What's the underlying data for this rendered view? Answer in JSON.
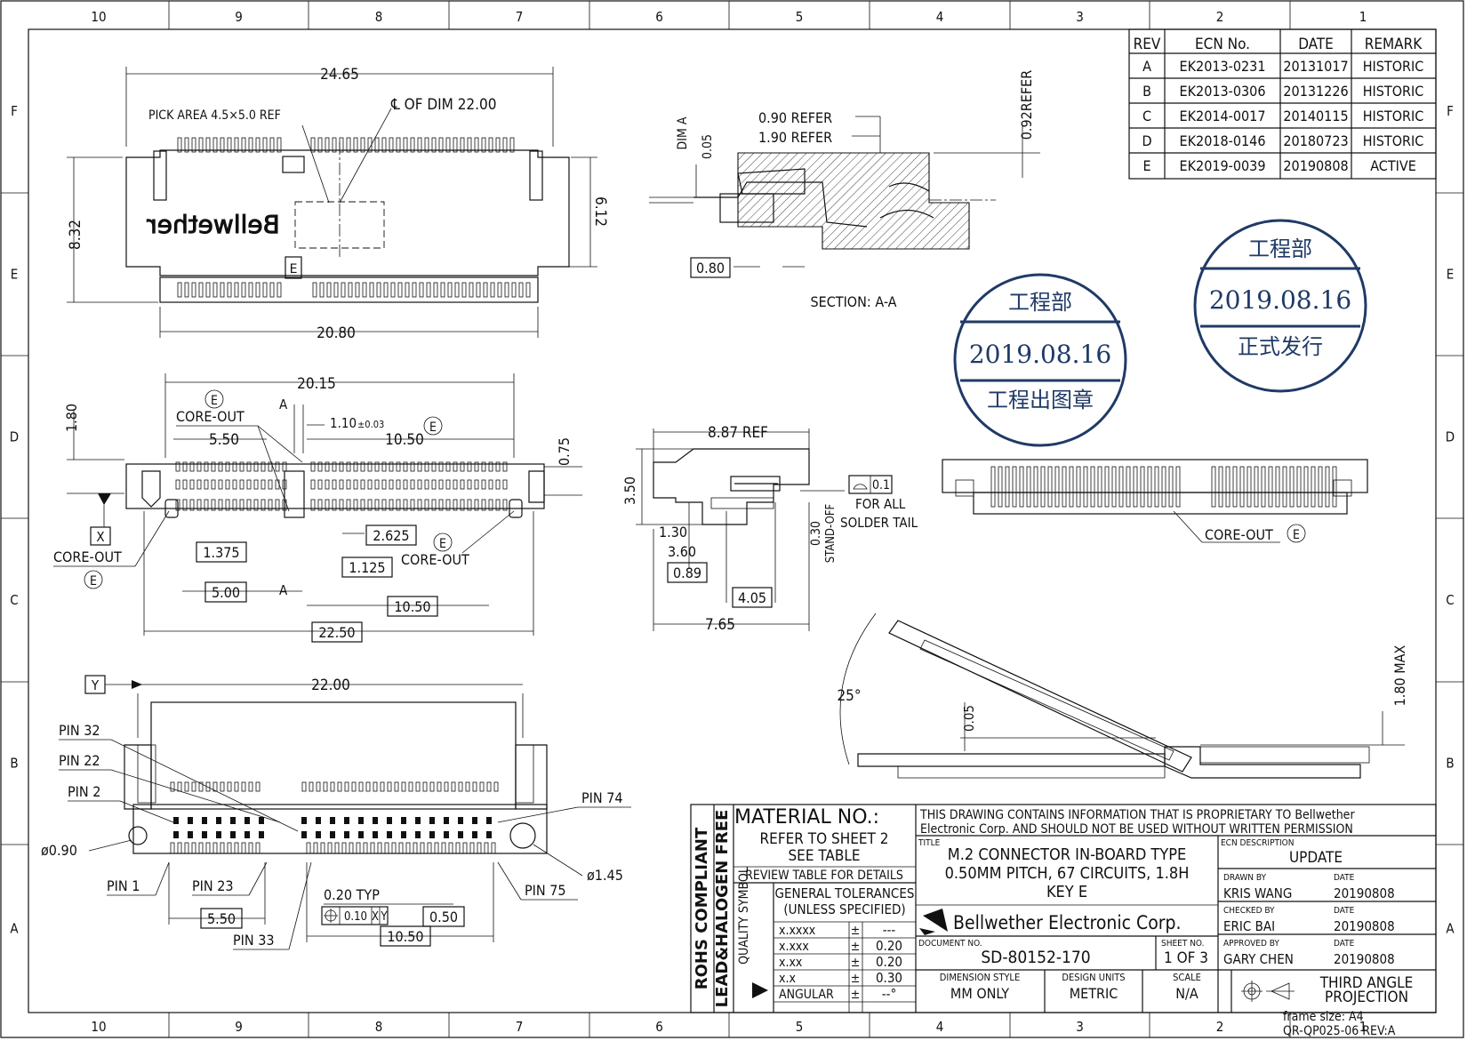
{
  "frame": {
    "col_labels_top": [
      "10",
      "9",
      "8",
      "7",
      "6",
      "5",
      "4",
      "3",
      "2",
      "1"
    ],
    "col_labels_bottom": [
      "10",
      "9",
      "8",
      "7",
      "6",
      "5",
      "4",
      "3",
      "2",
      "1"
    ],
    "row_labels": [
      "F",
      "E",
      "D",
      "C",
      "B",
      "A"
    ]
  },
  "rev_table": {
    "headers": [
      "REV",
      "ECN No.",
      "DATE",
      "REMARK"
    ],
    "rows": [
      [
        "A",
        "EK2013-0231",
        "20131017",
        "HISTORIC"
      ],
      [
        "B",
        "EK2013-0306",
        "20131226",
        "HISTORIC"
      ],
      [
        "C",
        "EK2014-0017",
        "20140115",
        "HISTORIC"
      ],
      [
        "D",
        "EK2018-0146",
        "20180723",
        "HISTORIC"
      ],
      [
        "E",
        "EK2019-0039",
        "20190808",
        "ACTIVE"
      ]
    ]
  },
  "top_view": {
    "dim_width": "24.65",
    "dim_height": "8.32",
    "dim_right": "6.12",
    "dim_bottom": "20.80",
    "pick_area": "PICK AREA 4.5×5.0 REF",
    "centerline_note": "℄ OF DIM 22.00",
    "logo_text": "Bellwether",
    "key_letter": "E"
  },
  "section_view": {
    "dim_a": "DIM A",
    "dim_005": "0.05",
    "refer_090": "0.90 REFER",
    "refer_190": "1.90 REFER",
    "refer_092": "0.92REFER",
    "dim_080": "0.80",
    "caption": "SECTION: A-A"
  },
  "front_view": {
    "dim_2015": "20.15",
    "dim_180": "1.80",
    "dim_075": "0.75",
    "core_out_1": "CORE-OUT",
    "core_out_2": "CORE-OUT",
    "core_out_3": "CORE-OUT",
    "rev_mark": "E",
    "dim_550": "5.50",
    "dim_110": "1.10",
    "dim_110_tol": "±0.03",
    "dim_1050": "10.50",
    "dim_a_top": "A",
    "dim_a_bot": "A",
    "datum_x": "X",
    "dim_2625": "2.625",
    "dim_1375": "1.375",
    "dim_1125": "1.125",
    "dim_500": "5.00",
    "dim_1050b": "10.50",
    "dim_2250": "22.50"
  },
  "side_view": {
    "dim_887": "8.87  REF",
    "dim_350": "3.50",
    "dim_130": "1.30",
    "dim_360": "3.60",
    "dim_089": "0.89",
    "dim_405": "4.05",
    "dim_765": "7.65",
    "standoff": "0.30",
    "standoff_label": "STAND-OFF",
    "flatness": "0.1",
    "solder_note_1": "FOR ALL",
    "solder_note_2": "SOLDER TAIL"
  },
  "stamp_1": {
    "top": "工程部",
    "date": "2019.08.16",
    "bottom": "工程出图章"
  },
  "stamp_2": {
    "top": "工程部",
    "date": "2019.08.16",
    "bottom": "正式发行"
  },
  "rear_view": {
    "core_out": "CORE-OUT",
    "rev_mark": "E"
  },
  "footprint": {
    "datum_y": "Y",
    "dim_2200": "22.00",
    "pin_32": "PIN 32",
    "pin_22": "PIN 22",
    "pin_2": "PIN 2",
    "pin_74": "PIN 74",
    "pin_1": "PIN 1",
    "pin_23": "PIN 23",
    "pin_33": "PIN 33",
    "pin_75": "PIN 75",
    "dia_090": "ø0.90",
    "dia_145": "ø1.45",
    "dim_550": "5.50",
    "dim_020": "0.20 TYP",
    "pos_tol": "0.10",
    "pos_x": "X",
    "pos_y": "Y",
    "dim_050": "0.50",
    "dim_1050": "10.50"
  },
  "insert_view": {
    "angle": "25°",
    "dim_005": "0.05",
    "dim_180": "1.80 MAX"
  },
  "title_block": {
    "side_1": "ROHS COMPLIANT",
    "side_2": "LEAD&HALOGEN FREE",
    "side_3": "QUALITY SYMBOL",
    "material_title": "MATERIAL  NO.:",
    "material_1": "REFER TO SHEET 2",
    "material_2": "SEE TABLE",
    "review": "REVIEW TABLE FOR DETAILS",
    "tol_title_1": "GENERAL TOLERANCES",
    "tol_title_2": "(UNLESS SPECIFIED)",
    "tolerances": [
      [
        "x.xxxx",
        "±",
        "---"
      ],
      [
        "x.xxx",
        "±",
        "0.20"
      ],
      [
        "x.xx",
        "±",
        "0.20"
      ],
      [
        "x.x",
        "±",
        "0.30"
      ],
      [
        "ANGULAR",
        "±",
        "--°"
      ]
    ],
    "proprietary_1": "THIS DRAWING CONTAINS INFORMATION THAT IS PROPRIETARY TO Bellwether",
    "proprietary_2": "Electronic Corp. AND SHOULD NOT BE USED WITHOUT WRITTEN PERMISSION",
    "title_label": "TITLE",
    "title_1": "M.2 CONNECTOR IN-BOARD TYPE",
    "title_2": "0.50MM PITCH, 67 CIRCUITS, 1.8H",
    "title_3": "KEY E",
    "ecn_label": "ECN DESCRIPTION",
    "ecn_value": "UPDATE",
    "company": "Bellwether  Electronic  Corp.",
    "drawn_by_label": "DRAWN BY",
    "drawn_by": "KRIS WANG",
    "drawn_date_label": "DATE",
    "drawn_date": "20190808",
    "checked_label": "CHECKED BY",
    "checked_by": "ERIC BAI",
    "checked_date_label": "DATE",
    "checked_date": "20190808",
    "approved_label": "APPROVED BY",
    "approved_by": "GARY CHEN",
    "approved_date_label": "DATE",
    "approved_date": "20190808",
    "doc_label": "DOCUMENT NO.",
    "doc_no": "SD-80152-170",
    "sheet_label": "SHEET NO.",
    "sheet": "1  OF  3",
    "dim_style_label": "DIMENSION STYLE",
    "dim_style": "MM ONLY",
    "units_label": "DESIGN UNITS",
    "units": "METRIC",
    "scale_label": "SCALE",
    "scale": "N/A",
    "projection_1": "THIRD ANGLE",
    "projection_2": "PROJECTION",
    "frame_size": "frame size: A4",
    "form_no": "QR-QP025-06 REV:A"
  }
}
